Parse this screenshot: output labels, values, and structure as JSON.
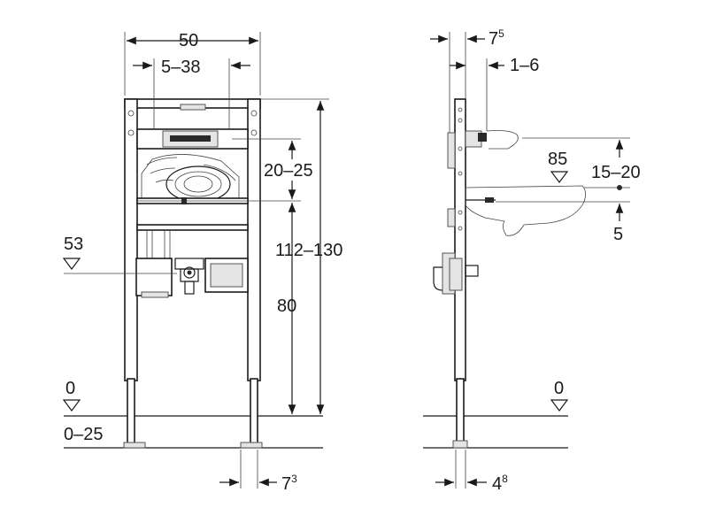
{
  "dimensions": {
    "frame_width": "50",
    "adjust_5_38": "5–38",
    "dim_20_25": "20–25",
    "dim_112_130": "112–130",
    "dim_80": "80",
    "level_53": "53",
    "level_0_left": "0",
    "floor_0_25": "0–25",
    "dim_7_3_base": "7",
    "dim_7_3_sup": "3",
    "dim_7_5_base": "7",
    "dim_7_5_sup": "5",
    "dim_1_6": "1–6",
    "level_85": "85",
    "dim_15_20": "15–20",
    "dim_5": "5",
    "level_0_right": "0",
    "dim_4_8_base": "4",
    "dim_4_8_sup": "8"
  }
}
